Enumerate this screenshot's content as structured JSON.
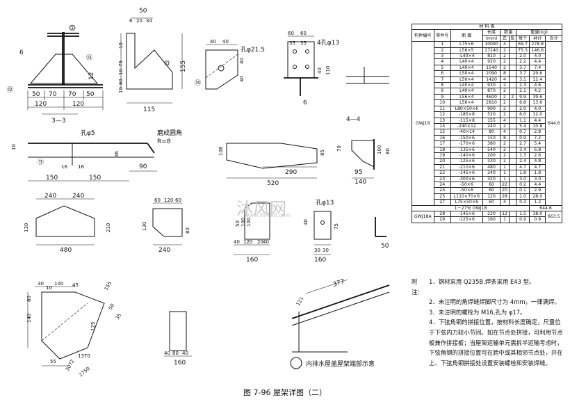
{
  "caption": "图 7-96   屋架详图（二）",
  "watermark": {
    "text": "沐风网",
    "url": "www.mfcad.com"
  },
  "section_labels": {
    "s33": "3—3",
    "s44": "4—4"
  },
  "callouts": {
    "c1": "①",
    "c6": "6",
    "c13": "⑬",
    "c14": "⑭",
    "c11": "⑪",
    "c12": "⑫"
  },
  "hole_labels": {
    "h1": "孔φ21.5",
    "h2": "4孔φ13",
    "h3": "孔φ5",
    "h4": "孔φ13"
  },
  "chamfer_note": [
    "磨成圆角",
    "R=8"
  ],
  "roof_note": "内排水屋盖屋架端部示意",
  "dims": {
    "d50a": "50",
    "d6a": "6",
    "d20": "20",
    "d34": "34",
    "d10a": "10",
    "d75": "75",
    "d10b": "10",
    "d60a": "60",
    "d10c": "10",
    "d155": "155",
    "d115": "115",
    "d50b": "50",
    "d70a": "70",
    "d70b": "70",
    "d50c": "50",
    "d120": "120",
    "d120b": "120",
    "d12": "12",
    "d40a": "40",
    "d40b": "40",
    "d40c": "40",
    "d40d": "40",
    "d60b": "60",
    "d60c": "60",
    "d35a": "35",
    "d35b": "35",
    "d6b": "6",
    "d40e": "40",
    "d110": "110",
    "d10d": "10",
    "d36": "36",
    "d16a": "16",
    "d16b": "16",
    "d90": "90",
    "d150a": "150",
    "d150b": "150",
    "d108": "108",
    "d85": "85",
    "d290": "290",
    "d520": "520",
    "d70c": "70",
    "d100": "100",
    "d80a": "80",
    "d95": "95",
    "d140": "140",
    "d240a": "240",
    "d240b": "240",
    "d130a": "130",
    "d210": "210",
    "d480": "480",
    "d60d": "60",
    "d120c": "120",
    "d60e": "60",
    "d130b": "130",
    "d80b": "80",
    "d240c": "240",
    "d50d": "50",
    "d100b": "100",
    "d100c": "100",
    "d40f": "40",
    "d120d": "120",
    "d20b": "20",
    "d40g": "40",
    "d160a": "160",
    "d40h": "40",
    "d75b": "75",
    "d30a": "30",
    "d30b": "30",
    "d160b": "160",
    "d50e": "50",
    "d30c": "30",
    "d10e": "10",
    "d100d": "100",
    "d45": "45",
    "d155b": "155",
    "d50f": "50",
    "d35c": "35",
    "d80c": "80",
    "d140b": "140",
    "d125": "125",
    "d55": "55",
    "d1370": "1370",
    "d2750": "2750",
    "d3072": "3072",
    "d40i": "40",
    "d80d": "80",
    "d40j": "40",
    "d160c": "160",
    "d377": "377",
    "d121": "121"
  },
  "table": {
    "title": "材    料    表",
    "headers": {
      "member": "构件编号",
      "part": "零件号",
      "section": "断  面",
      "length": "长度",
      "length_unit": "(mm)",
      "qty": "数量",
      "qty_pos": "正",
      "qty_neg": "反",
      "weight": "重量(kg)",
      "w_each": "每个",
      "w_total": "共计",
      "w_sum": "合计"
    },
    "group1": "GWJ18",
    "group1_total": "644.6",
    "rows": [
      [
        "1",
        "L75×6",
        "10090",
        "4",
        "",
        "69.7",
        "278.8"
      ],
      [
        "2",
        "L56×5",
        "17240",
        "2",
        "",
        "75.3",
        "146.6"
      ],
      [
        "3",
        "-L40×4",
        "810",
        "2",
        "",
        "2.0",
        "4.0"
      ],
      [
        "4",
        "L40×4",
        "920",
        "2",
        "",
        "2.2",
        "4.4"
      ],
      [
        "5",
        "L40×4",
        "1540",
        "2",
        "",
        "3.7",
        "7.4"
      ],
      [
        "6",
        "L50×4",
        "2090",
        "8",
        "",
        "3.7",
        "29.6"
      ],
      [
        "7",
        "L50×4",
        "1420",
        "4",
        "",
        "3.1",
        "12.4"
      ],
      [
        "8",
        "L40×4",
        "930",
        "2",
        "",
        "2.3",
        "4.6"
      ],
      [
        "9",
        "L40×4",
        "870",
        "2",
        "",
        "2.1",
        "4.2"
      ],
      [
        "9",
        "L56×4",
        "4600",
        "2",
        "2",
        "9.9",
        "39.6"
      ],
      [
        "10",
        "L56×4",
        "2810",
        "2",
        "",
        "6.8",
        "13.6"
      ],
      [
        "11",
        "L80×50×6",
        "900",
        "2",
        "",
        "2.0",
        "4.0"
      ],
      [
        "12",
        "-185×8",
        "520",
        "2",
        "",
        "6.0",
        "12.0"
      ],
      [
        "13",
        "-115×8",
        "155",
        "4",
        "",
        "1.1",
        "4.4"
      ],
      [
        "14",
        "-240×12",
        "240",
        "2",
        "",
        "5.4",
        "10.8"
      ],
      [
        "15",
        "-40×14",
        "80",
        "4",
        "",
        "0.7",
        "2.8"
      ],
      [
        "16",
        "-150×6",
        "150",
        "8",
        "",
        "0.9",
        "7.2"
      ],
      [
        "17",
        "-170×6",
        "380",
        "2",
        "",
        "2.7",
        "5.4"
      ],
      [
        "18",
        "-135×6",
        "540",
        "2",
        "",
        "3.4",
        "6.8"
      ],
      [
        "19",
        "-140×6",
        "200",
        "2",
        "",
        "1.3",
        "2.6"
      ],
      [
        "20",
        "-125×6",
        "330",
        "2",
        "",
        "2.4",
        "4.8"
      ],
      [
        "21",
        "-210×6",
        "480",
        "1",
        "",
        "4.7",
        "4.7"
      ],
      [
        "22",
        "-145×6",
        "240",
        "1",
        "",
        "1.8",
        "1.8"
      ],
      [
        "23",
        "-300×6",
        "320",
        "1",
        "",
        "3.0",
        "3.0"
      ],
      [
        "24",
        "-50×6",
        "60",
        "22",
        "",
        "0.2",
        "4.4"
      ],
      [
        "24",
        "-50×6",
        "60",
        "20",
        "",
        "0.1",
        "2.9"
      ],
      [
        "25",
        "L110×70×6",
        "120",
        "28",
        "",
        "1.0",
        "28.0"
      ],
      [
        "27",
        "L75×50×6",
        "60",
        "4",
        "",
        "0.3",
        "1.2"
      ]
    ],
    "group1_sum_label": "1－27号 GWJ18",
    "group2": "GWJ18A",
    "group2_total": "663.5",
    "rows2": [
      [
        "28",
        "-145×6",
        "220",
        "12",
        "",
        "1.5",
        "18.0"
      ],
      [
        "29",
        "-125×6",
        "160",
        "1",
        "",
        "0.9",
        "0.9"
      ]
    ]
  },
  "notes": {
    "label": "附注：",
    "items": [
      "1．钢材采用 Q235B,焊条采用 E43 型。",
      "2．未注明的角焊缝焊脚尺寸为 4mm，一律满焊。",
      "3．未注明的螺栓为 M16,孔为 φ17。",
      "4．下弦角钢的拼接位置，按材料长度确定，尺量位于下弦内力较小节间。如在节点处拼接，可利用节点板兼作拼接板；当屋架运输单元需拆半运输考虑时，下弦角钢的拼接位置可在跨中或其相邻节点处，并在上、下弦角钢拼接处设置安装螺栓和安装焊缝。"
    ]
  }
}
